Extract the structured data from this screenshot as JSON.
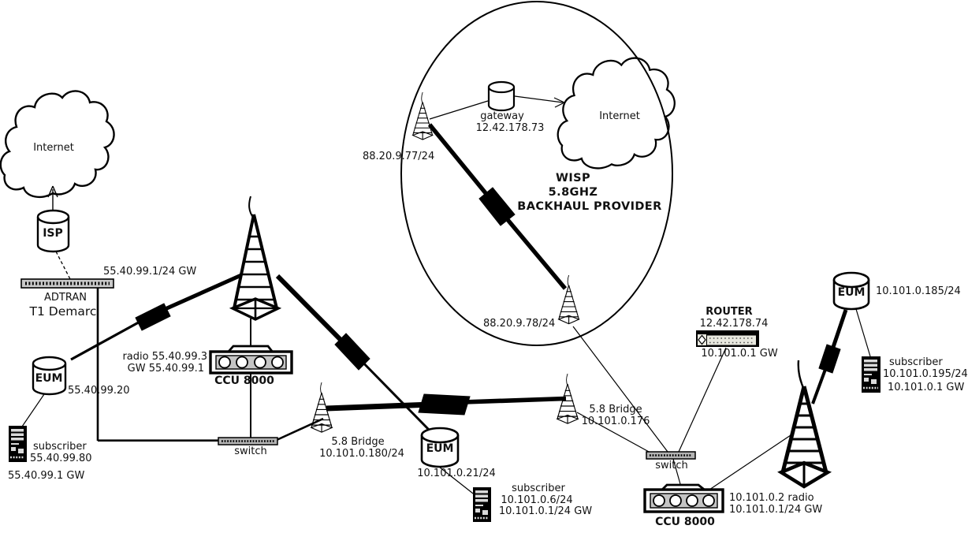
{
  "upstream": {
    "internet_label": "Internet",
    "isp_label": "ISP",
    "gw_label": "55.40.99.1/24 GW",
    "demarc_line1": "ADTRAN",
    "demarc_line2": "T1 Demarc"
  },
  "pop_a": {
    "radio_line1": "radio 55.40.99.3",
    "radio_line2": "GW 55.40.99.1",
    "ccu_label": "CCU 8000",
    "eum_label": "EUM",
    "eum_ip": "55.40.99.20",
    "sub_label": "subscriber",
    "sub_ip": "55.40.99.80",
    "sub_gw": "55.40.99.1  GW",
    "switch_label": "switch"
  },
  "bridge_left": {
    "name": "5.8 Bridge",
    "ip": "10.101.0.180/24"
  },
  "bridge_right": {
    "name": "5.8 Bridge",
    "ip": "10.101.0.176"
  },
  "eum_mid": {
    "label": "EUM",
    "ip": "10.101.0.21/24",
    "sub_label": "subscriber",
    "sub_ip": "10.101.0.6/24",
    "sub_gw": "10.101.0.1/24 GW"
  },
  "wisp": {
    "title_line1": "WISP",
    "title_line2": "5.8GHZ",
    "title_line3": "BACKHAUL PROVIDER",
    "gateway_label": "gateway",
    "gateway_ip": "12.42.178.73",
    "internet_label": "Internet",
    "uplink_ip": "88.20.9.77/24",
    "downlink_ip": "88.20.9.78/24"
  },
  "pop_b": {
    "router_label": "ROUTER",
    "router_ip": "12.42.178.74",
    "router_gw": "10.101.0.1 GW",
    "switch_label": "switch",
    "ccu_label": "CCU 8000",
    "ccu_radio": "10.101.0.2 radio",
    "ccu_gw": "10.101.0.1/24 GW",
    "eum_label": "EUM",
    "eum_ip": "10.101.0.185/24",
    "sub_label": "subscriber",
    "sub_ip": "10.101.0.195/24",
    "sub_gw": "10.101.0.1 GW"
  },
  "colors": {
    "line": "#000000",
    "device_gray": "#c4c4c4",
    "bar_gray": "#b3b3b3",
    "router_band": "#e8e8df"
  }
}
